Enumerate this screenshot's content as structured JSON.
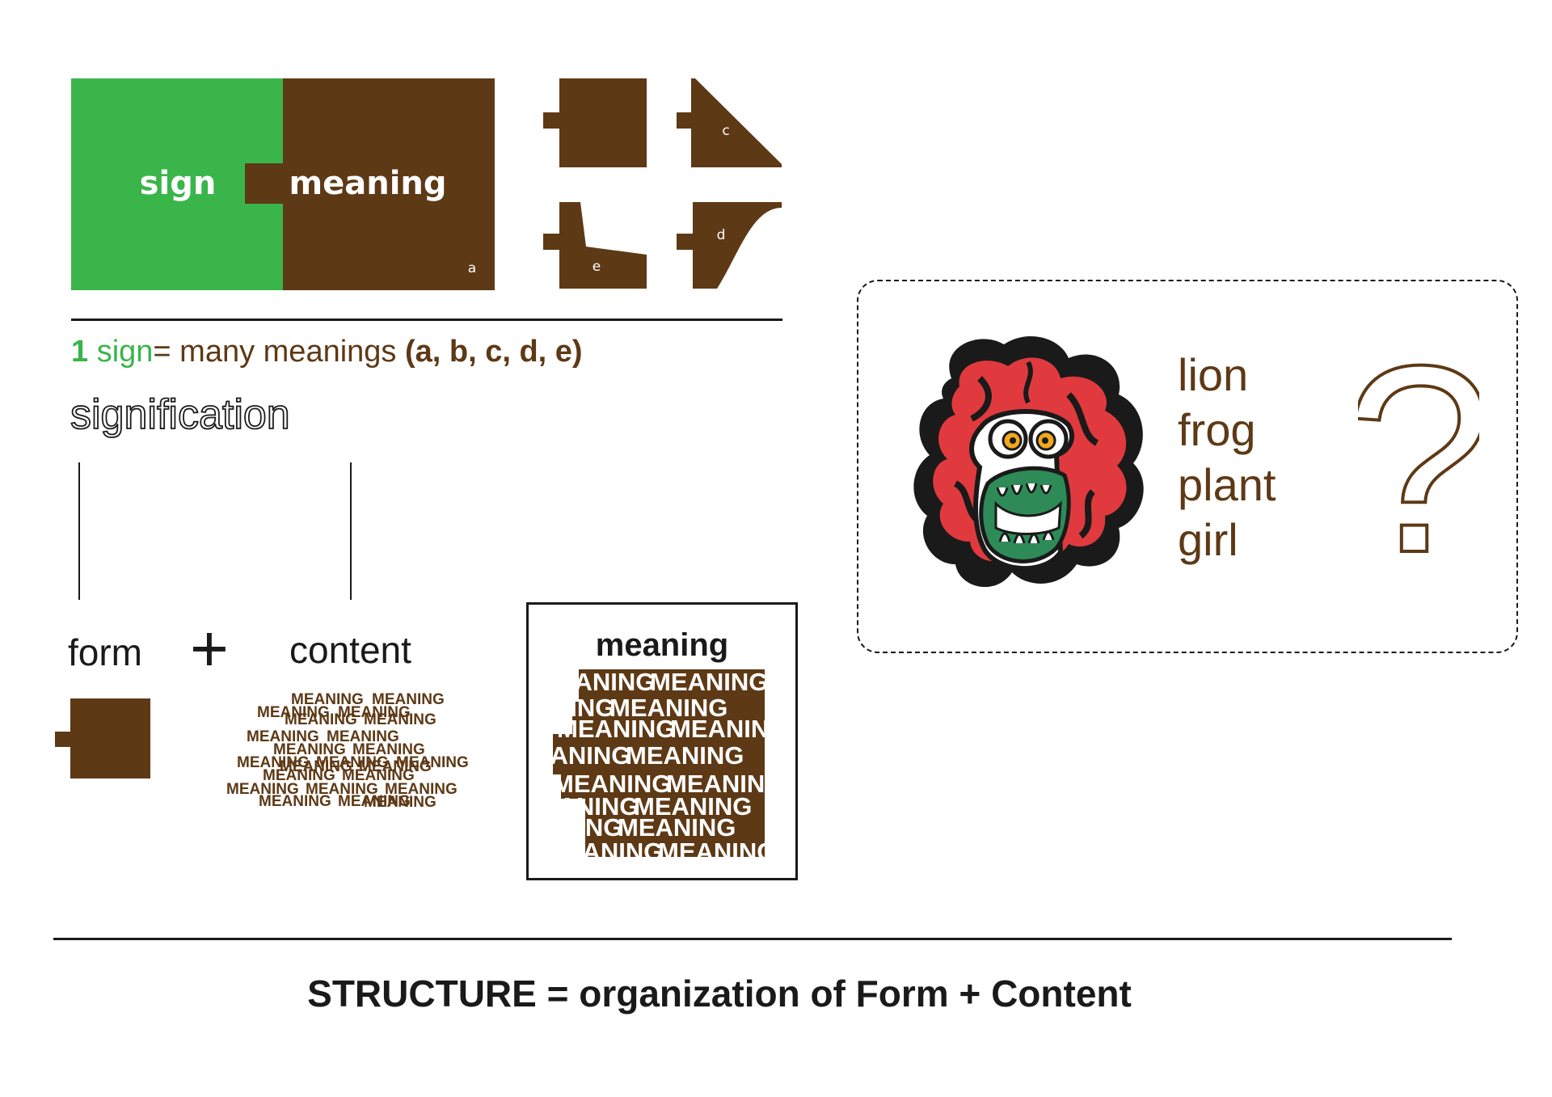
{
  "colors": {
    "brown": "#5e3915",
    "green": "#3ab54a",
    "black": "#1a1a1a"
  },
  "puzzle": {
    "sign_label": "sign",
    "meaning_label": "meaning",
    "piece_a": "a",
    "piece_c": "c",
    "piece_d": "d",
    "piece_e": "e"
  },
  "equation": {
    "num": "1",
    "sign": "sign",
    "equals_many": "= many meanings",
    "list": "(a, b, c, d, e)"
  },
  "signification": "signification",
  "form_label": "form",
  "plus": "+",
  "content_label": "content",
  "content_word": "MEANING",
  "meaning_box": {
    "title": "meaning",
    "word": "MEANING"
  },
  "example": {
    "words": [
      "lion",
      "frog",
      "plant",
      "girl"
    ],
    "question": "?"
  },
  "footer": "STRUCTURE = organization of Form + Content"
}
